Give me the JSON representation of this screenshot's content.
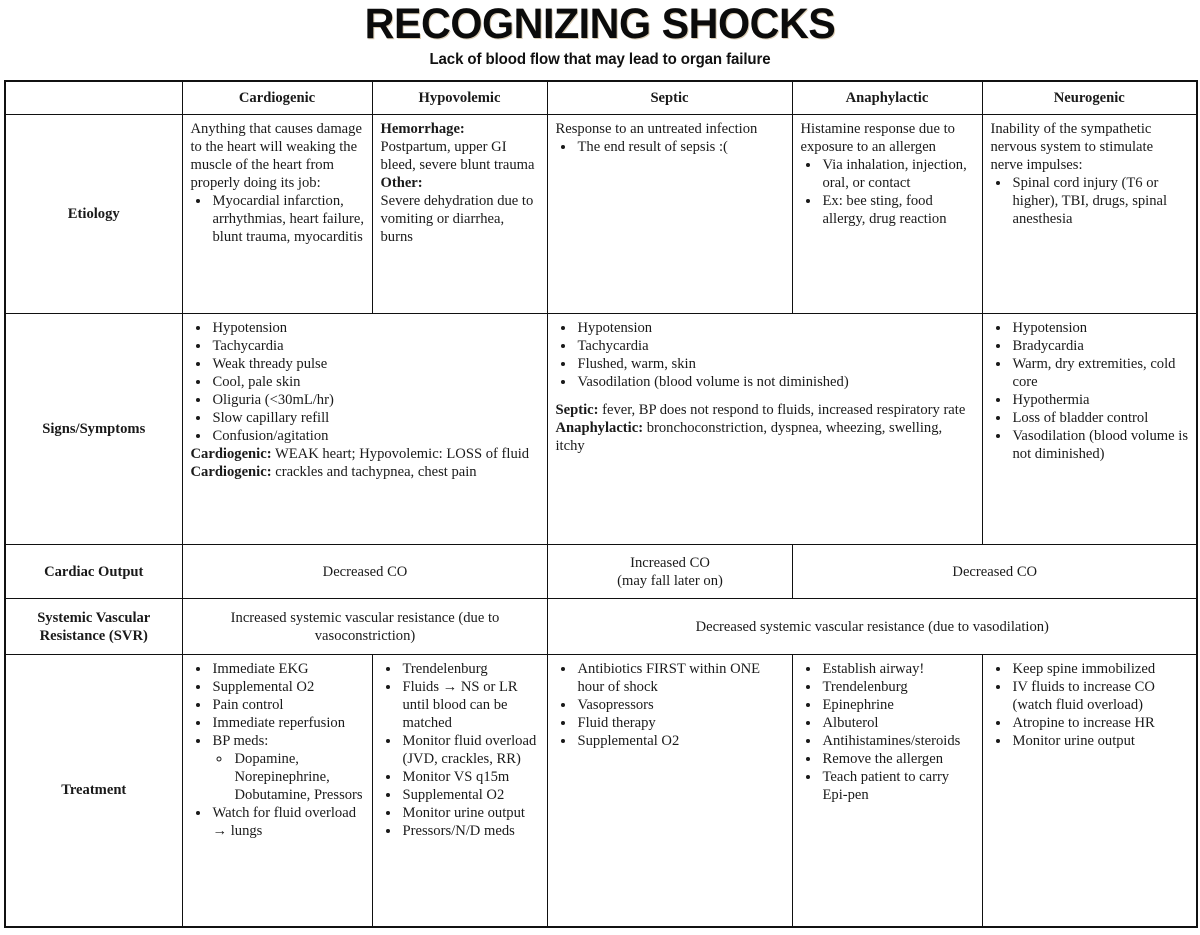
{
  "title": "RECOGNIZING SHOCKS",
  "subtitle": "Lack of blood flow that may lead to organ failure",
  "colors": {
    "accent_magenta": "#CE2081",
    "text": "#1a1a1a",
    "border": "#111111",
    "background": "#ffffff"
  },
  "table": {
    "columns": [
      {
        "key": "rowlabel",
        "label": ""
      },
      {
        "key": "cardiogenic",
        "label": "Cardiogenic"
      },
      {
        "key": "hypovolemic",
        "label": "Hypovolemic"
      },
      {
        "key": "septic",
        "label": "Septic"
      },
      {
        "key": "anaphylactic",
        "label": "Anaphylactic"
      },
      {
        "key": "neurogenic",
        "label": "Neurogenic"
      }
    ],
    "rows": [
      {
        "label": "Etiology",
        "cardiogenic": {
          "lead": "Anything that causes damage to the heart will weaking the muscle of the heart from properly doing its job:",
          "bullets": [
            "Myocardial infarction, arrhythmias, heart failure, blunt trauma, myocarditis"
          ]
        },
        "hypovolemic": {
          "heading1": "Hemorrhage:",
          "body1": "Postpartum, upper GI bleed, severe blunt trauma",
          "heading2": "Other:",
          "body2": "Severe dehydration due to vomiting or diarrhea, burns"
        },
        "septic": {
          "lead": "Response to an untreated infection",
          "bullets": [
            "The end result of sepsis :("
          ]
        },
        "anaphylactic": {
          "lead": "Histamine response due to exposure to an allergen",
          "bullets": [
            "Via inhalation, injection, oral, or contact",
            "Ex: bee sting, food allergy, drug reaction"
          ]
        },
        "neurogenic": {
          "lead": "Inability of the sympathetic nervous system to stimulate nerve impulses:",
          "bullets": [
            "Spinal cord injury (T6 or higher), TBI, drugs, spinal anesthesia"
          ]
        }
      },
      {
        "label": "Signs/Symptoms",
        "cardio_hypo": {
          "bullets": [
            "Hypotension",
            "Tachycardia",
            "Weak thready pulse",
            "Cool, pale skin",
            "Oliguria (<30mL/hr)",
            "Slow capillary refill",
            "Confusion/agitation"
          ],
          "notes": [
            {
              "label": "Cardiogenic:",
              "text": " WEAK heart; Hypovolemic: LOSS of fluid"
            },
            {
              "label": "Cardiogenic:",
              "text": " crackles and tachypnea, chest pain"
            }
          ]
        },
        "septic_anaphylactic": {
          "bullets": [
            "Hypotension",
            "Tachycardia",
            "Flushed, warm, skin",
            "Vasodilation (blood volume is not diminished)"
          ],
          "notes": [
            {
              "label": "Septic:",
              "text": " fever, BP does not respond to fluids, increased respiratory rate"
            },
            {
              "label": "Anaphylactic:",
              "text": " bronchoconstriction, dyspnea, wheezing, swelling, itchy"
            }
          ]
        },
        "neurogenic": {
          "bullets": [
            "Hypotension",
            "Bradycardia",
            "Warm, dry extremities, cold core",
            "Hypothermia",
            "Loss of bladder control",
            "Vasodilation (blood volume is not diminished)"
          ]
        }
      },
      {
        "label": "Cardiac Output",
        "cells": [
          {
            "text": "Decreased CO",
            "span": 2
          },
          {
            "text": "Increased CO\n(may fall later on)",
            "span": 1
          },
          {
            "text": "Decreased CO",
            "span": 2
          }
        ]
      },
      {
        "label": "Systemic Vascular Resistance (SVR)",
        "cells": [
          {
            "text": "Increased systemic vascular resistance (due to vasoconstriction)",
            "span": 2
          },
          {
            "text": "Decreased systemic vascular resistance (due to vasodilation)",
            "span": 3
          }
        ]
      },
      {
        "label": "Treatment",
        "cardiogenic": {
          "bullets": [
            "Immediate EKG",
            "Supplemental O2",
            "Pain control",
            "Immediate reperfusion",
            "BP meds:"
          ],
          "sub_bullets": [
            "Dopamine, Norepinephrine, Dobutamine, Pressors"
          ],
          "tail_bullets": [
            "Watch for fluid overload → lungs"
          ]
        },
        "hypovolemic": {
          "bullets": [
            "Trendelenburg",
            "Fluids → NS or LR until blood can be matched",
            "Monitor fluid overload (JVD, crackles, RR)",
            "Monitor VS q15m",
            "Supplemental O2",
            "Monitor urine output",
            "Pressors/N/D meds"
          ]
        },
        "septic": {
          "bullets": [
            "Antibiotics FIRST within ONE hour of shock",
            "Vasopressors",
            "Fluid therapy",
            "Supplemental O2"
          ]
        },
        "anaphylactic": {
          "bullets": [
            "Establish airway!",
            "Trendelenburg",
            "Epinephrine",
            "Albuterol",
            "Antihistamines/steroids",
            "Remove the allergen",
            "Teach patient to carry Epi-pen"
          ]
        },
        "neurogenic": {
          "bullets": [
            "Keep spine immobilized",
            "IV fluids to increase CO (watch fluid overload)",
            "Atropine to increase HR",
            "Monitor urine output"
          ]
        }
      }
    ]
  }
}
